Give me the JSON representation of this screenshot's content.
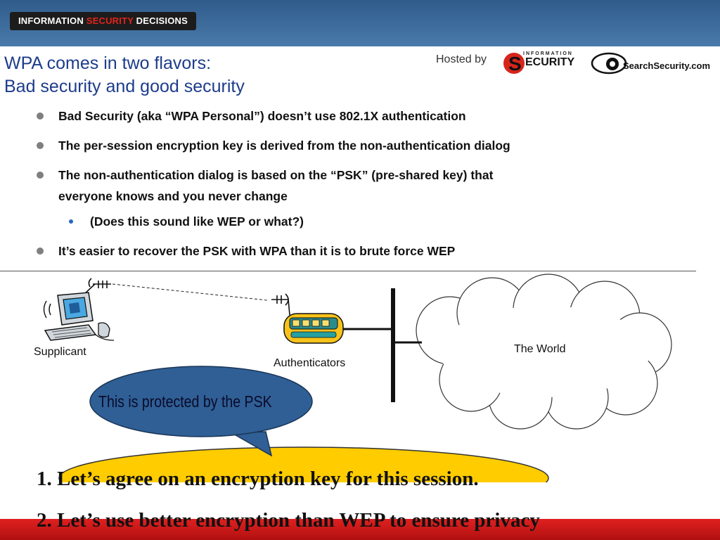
{
  "header": {
    "brand_part1": "INFORMATION ",
    "brand_part2": "SECURITY",
    "brand_part3": " DECISIONS",
    "hosted_by": "Hosted by",
    "logo_security_top": "INFORMATION",
    "logo_security_main": "ECURITY",
    "logo_ss": "SearchSecurity.com"
  },
  "slide": {
    "title_line1": "WPA comes in two flavors:",
    "title_line2": "Bad security and good security",
    "bullets": [
      "Bad Security (aka “WPA Personal”) doesn’t use 802.1X authentication",
      "The per-session encryption key is derived from the non-authentication dialog",
      "The non-authentication dialog is based on the “PSK” (pre-shared key) that",
      "everyone knows and you never change",
      "It’s easier to recover the PSK with WPA than it is to brute force WEP"
    ],
    "sub_bullet": "(Does this sound like WEP or what?)"
  },
  "diagram": {
    "supplicant": "Supplicant",
    "authenticators": "Authenticators",
    "world": "The World",
    "callout": "This is protected by the PSK"
  },
  "steps": [
    "1.   Let’s agree on an encryption key for this session.",
    "2.   Let’s use better encryption than WEP to ensure privacy"
  ],
  "colors": {
    "header_blue": "#3a6a9b",
    "title_blue": "#1d3c8c",
    "callout_fill": "#2f5f95",
    "step_highlight": "#ffcc00",
    "bottom_red": "#d01818"
  }
}
